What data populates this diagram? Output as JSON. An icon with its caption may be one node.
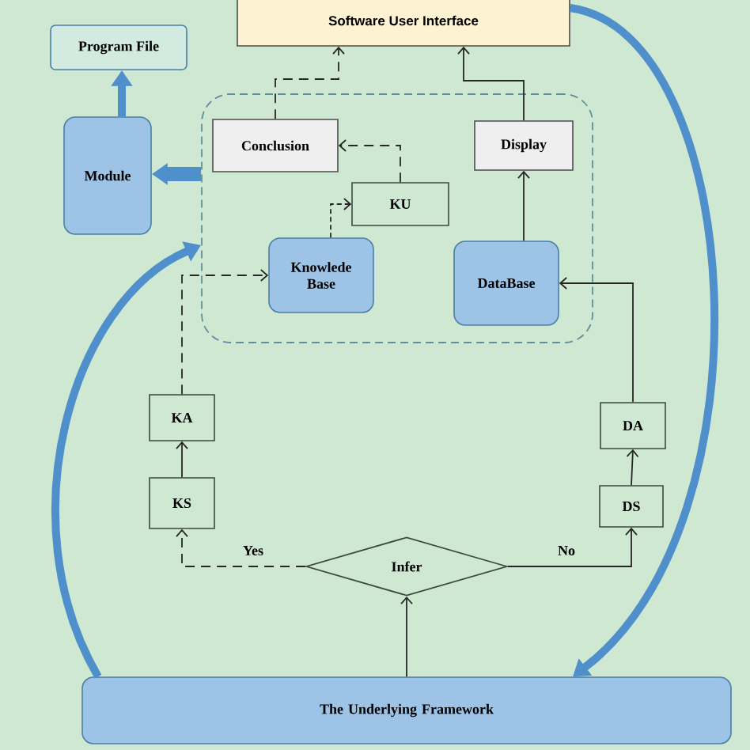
{
  "diagram": {
    "nodes": [
      {
        "text": [
          "Software User Interface"
        ]
      },
      {
        "text": [
          "Program File"
        ]
      },
      {
        "text": [
          "Module"
        ]
      },
      {
        "text": [],
        "shape": "box"
      },
      {
        "text": [
          "Conclusion"
        ],
        "in": 3
      },
      {
        "text": [
          "Display"
        ],
        "in": 3
      },
      {
        "text": [
          "KU"
        ],
        "in": 3
      },
      {
        "text": [
          "Knowlede Base"
        ],
        "in": 3
      },
      {
        "text": [
          "DataBase"
        ],
        "in": 3
      },
      {
        "text": [
          "KA"
        ]
      },
      {
        "text": [
          "KS"
        ]
      },
      {
        "text": [
          "DA"
        ]
      },
      {
        "text": [
          "DS"
        ]
      },
      {
        "text": [
          "Infer"
        ]
      },
      {
        "text": [
          "The Underlying Framework"
        ]
      }
    ],
    "edges": [
      {
        "from": 4,
        "to": 0,
        "arrow": "to",
        "style": "dashed"
      },
      {
        "from": 5,
        "to": 0,
        "arrow": "to"
      },
      {
        "from": 6,
        "to": 4,
        "arrow": "to",
        "style": "dashed"
      },
      {
        "from": 7,
        "to": 6,
        "arrow": "to",
        "style": "dashed"
      },
      {
        "from": 8,
        "to": 5,
        "arrow": "to"
      },
      {
        "from": 11,
        "to": 8,
        "arrow": "to"
      },
      {
        "from": 9,
        "to": 7,
        "arrow": "to",
        "style": "dashed"
      },
      {
        "from": 10,
        "to": 9,
        "arrow": "to"
      },
      {
        "from": 12,
        "to": 11,
        "arrow": "to"
      },
      {
        "from": 13,
        "to": 10,
        "arrow": "to",
        "style": "dashed",
        "label": "Yes"
      },
      {
        "from": 13,
        "to": 12,
        "arrow": "to",
        "label": "No"
      },
      {
        "from": 14,
        "to": 13,
        "arrow": "to"
      },
      {
        "from": 2,
        "to": 1,
        "arrow": "to",
        "style": "thick",
        "color": "#4f8fcc"
      },
      {
        "from": 3,
        "to": 2,
        "arrow": "to",
        "style": "thick",
        "color": "#4f8fcc"
      },
      {
        "from": 14,
        "to": 3,
        "arrow": "to",
        "style": "thick",
        "color": "#4f8fcc"
      },
      {
        "from": 0,
        "to": 14,
        "arrow": "to",
        "style": "thick",
        "color": "#4f8fcc"
      }
    ]
  }
}
